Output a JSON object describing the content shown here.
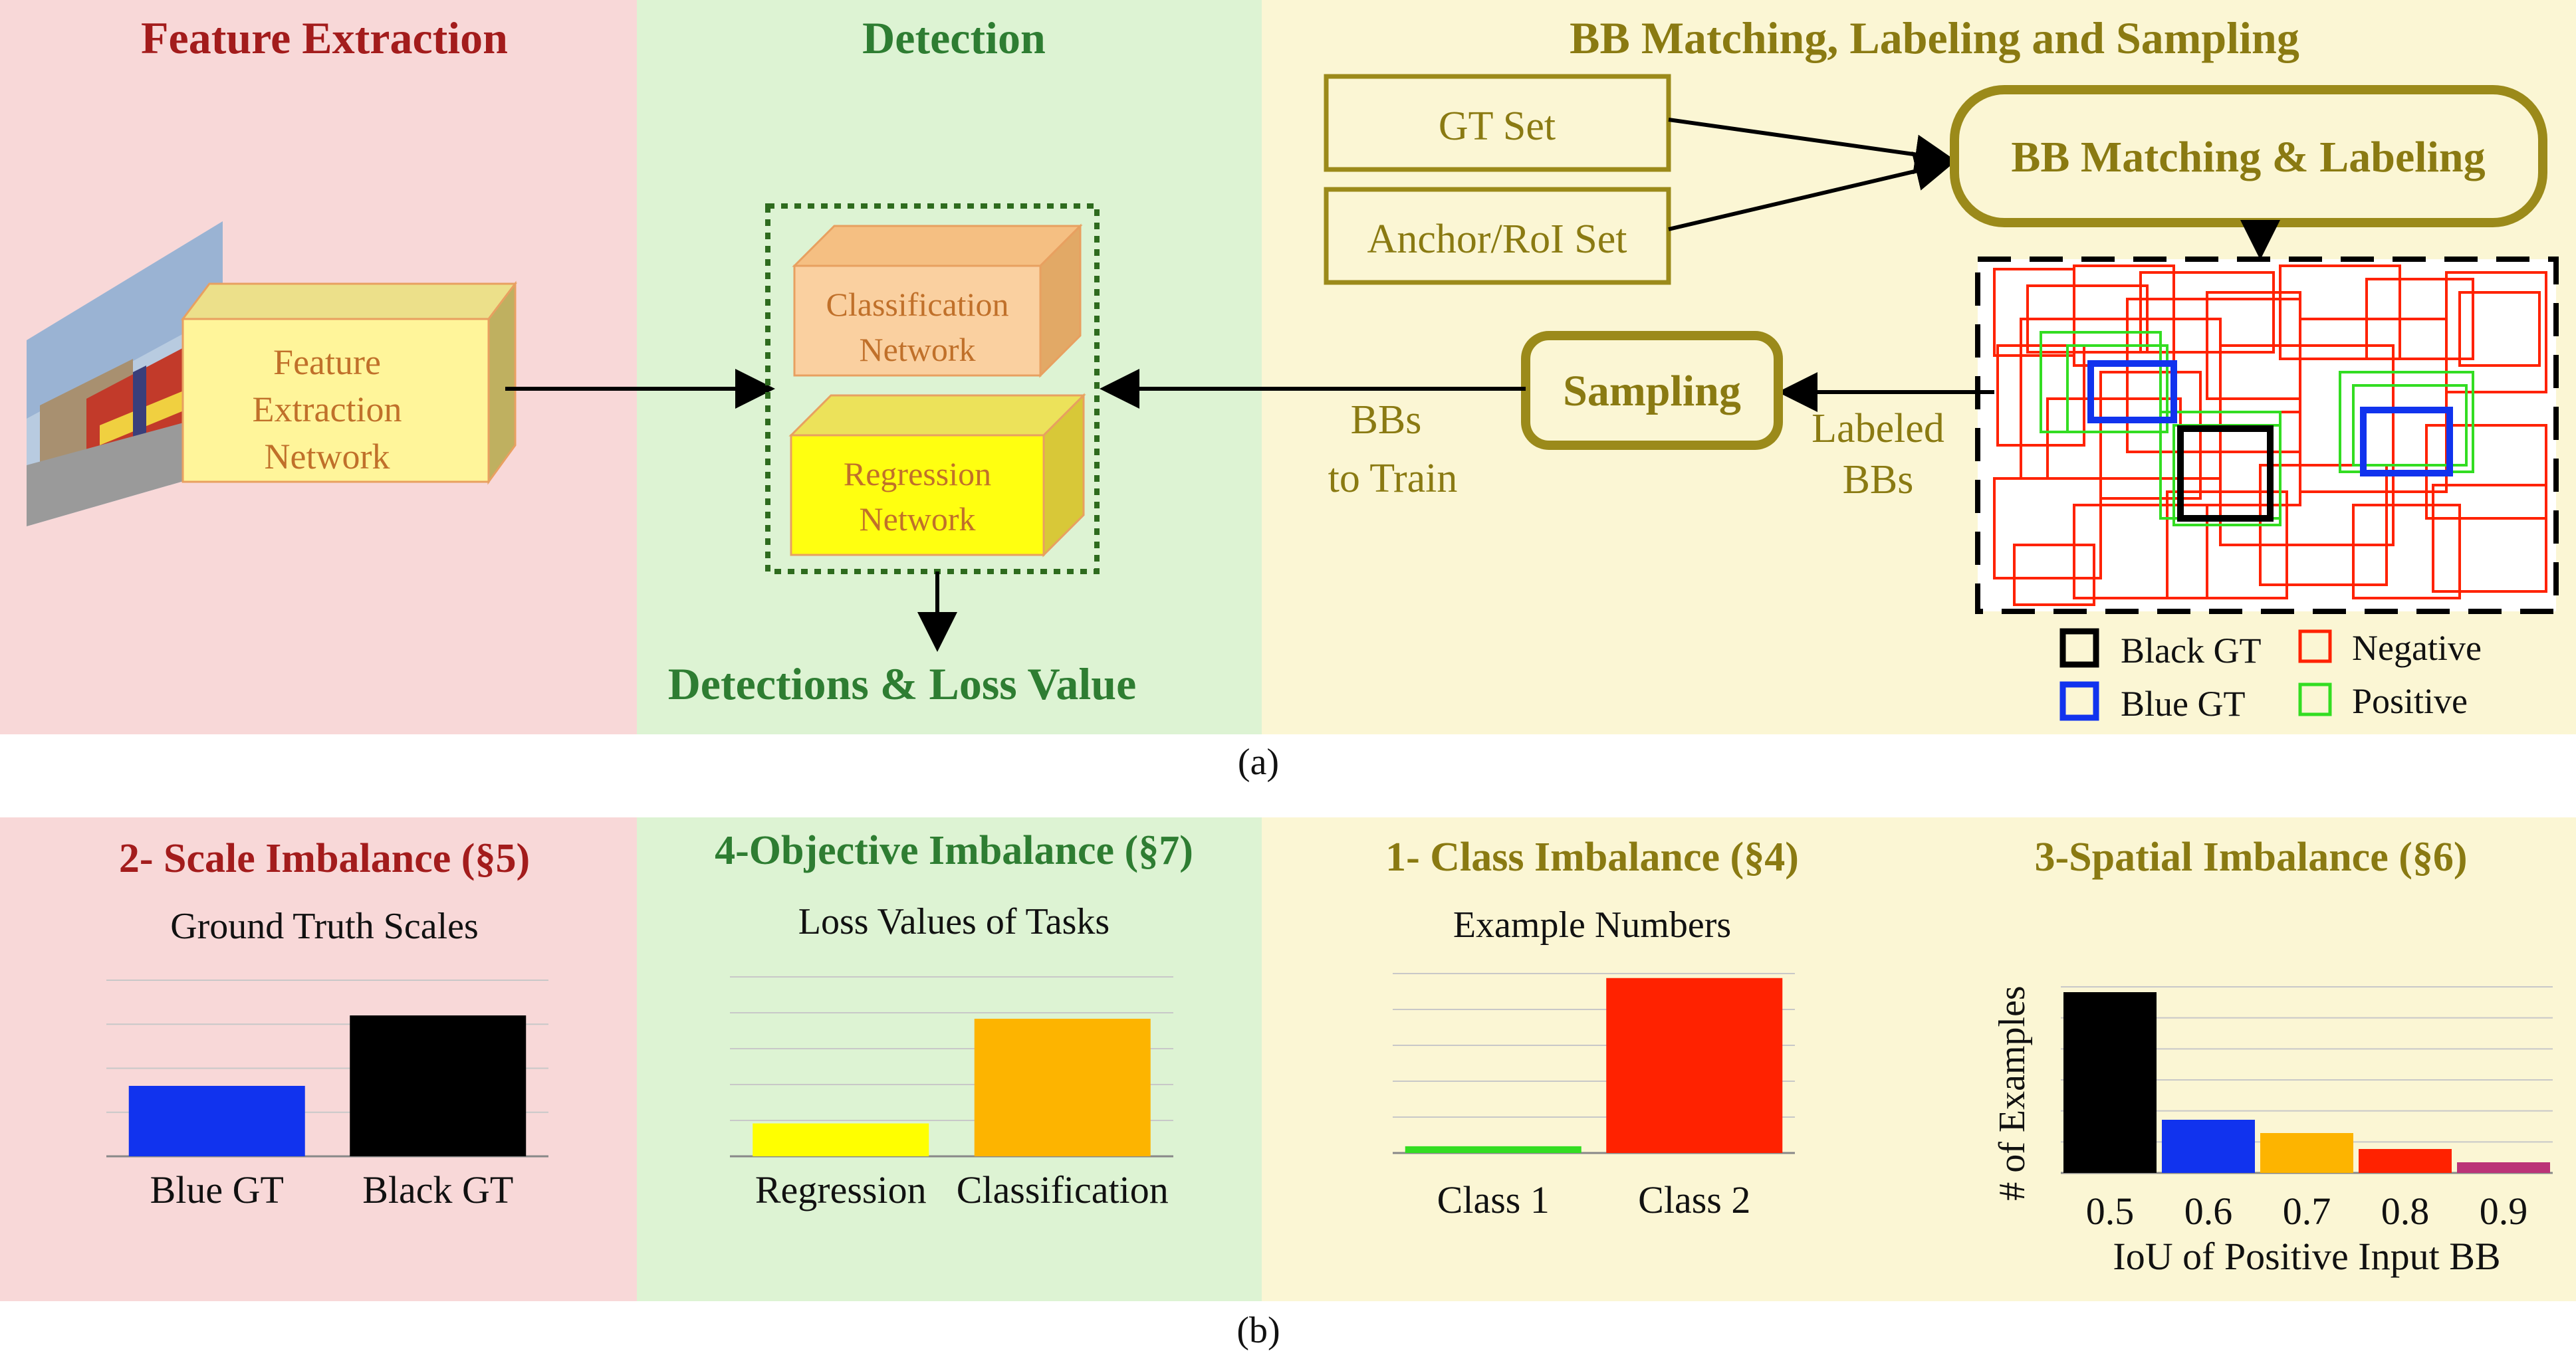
{
  "colors": {
    "red_panel": "#f8d8d8",
    "green_panel": "#ddf3d3",
    "yellow_panel": "#fbf6d4",
    "red_title": "#a31c1c",
    "green_title": "#2e7d32",
    "olive": "#9b8a1a",
    "olive_text": "#8a7a12",
    "negative": "#ff2200",
    "positive": "#33dd22",
    "blue_gt": "#1133ee",
    "black_gt": "#000000"
  },
  "part_a": {
    "feature_title": "Feature Extraction",
    "feature_box": [
      "Feature",
      "Extraction",
      "Network"
    ],
    "detection_title": "Detection",
    "classification_box": [
      "Classification",
      "Network"
    ],
    "regression_box": [
      "Regression",
      "Network"
    ],
    "detections_label": "Detections & Loss Value",
    "bb_title": "BB Matching, Labeling and Sampling",
    "gt_set": "GT Set",
    "anchor_set": "Anchor/RoI Set",
    "matching_box": "BB Matching & Labeling",
    "sampling_box": "Sampling",
    "bbs_to_train": [
      "BBs",
      "to Train"
    ],
    "labeled_bbs": [
      "Labeled",
      "BBs"
    ],
    "legend": {
      "black_gt": "Black GT",
      "blue_gt": "Blue GT",
      "negative": "Negative",
      "positive": "Positive"
    },
    "caption": "(a)"
  },
  "part_b": {
    "caption": "(b)"
  },
  "chart_data": [
    {
      "type": "bar",
      "title": "2- Scale Imbalance (§5)",
      "subtitle": "Ground Truth Scales",
      "categories": [
        "Blue GT",
        "Black GT"
      ],
      "values": [
        1.1,
        2.2
      ],
      "colors": [
        "#1133ee",
        "#000000"
      ],
      "ylim": [
        0,
        2.75
      ],
      "grid": true
    },
    {
      "type": "bar",
      "title": "4-Objective Imbalance (§7)",
      "subtitle": "Loss Values of Tasks",
      "categories": [
        "Regression",
        "Classification"
      ],
      "values": [
        0.55,
        2.3
      ],
      "colors": [
        "#ffff00",
        "#fdb400"
      ],
      "ylim": [
        0,
        3.0
      ],
      "grid": true
    },
    {
      "type": "bar",
      "title": "1- Class Imbalance (§4)",
      "subtitle": "Example Numbers",
      "categories": [
        "Class 1",
        "Class 2"
      ],
      "values": [
        0.15,
        3.9
      ],
      "colors": [
        "#33dd22",
        "#ff2200"
      ],
      "ylim": [
        0,
        4.0
      ],
      "grid": true
    },
    {
      "type": "bar",
      "title": "3-Spatial Imbalance (§6)",
      "subtitle": "",
      "categories": [
        "0.5",
        "0.6",
        "0.7",
        "0.8",
        "0.9"
      ],
      "values": [
        3.4,
        1.0,
        0.75,
        0.45,
        0.2
      ],
      "colors": [
        "#000000",
        "#1133ee",
        "#fdb400",
        "#ff2200",
        "#bb3377"
      ],
      "xlabel": "IoU of Positive Input BB",
      "ylabel": "# of Examples",
      "ylim": [
        0,
        3.5
      ],
      "grid": true
    }
  ]
}
